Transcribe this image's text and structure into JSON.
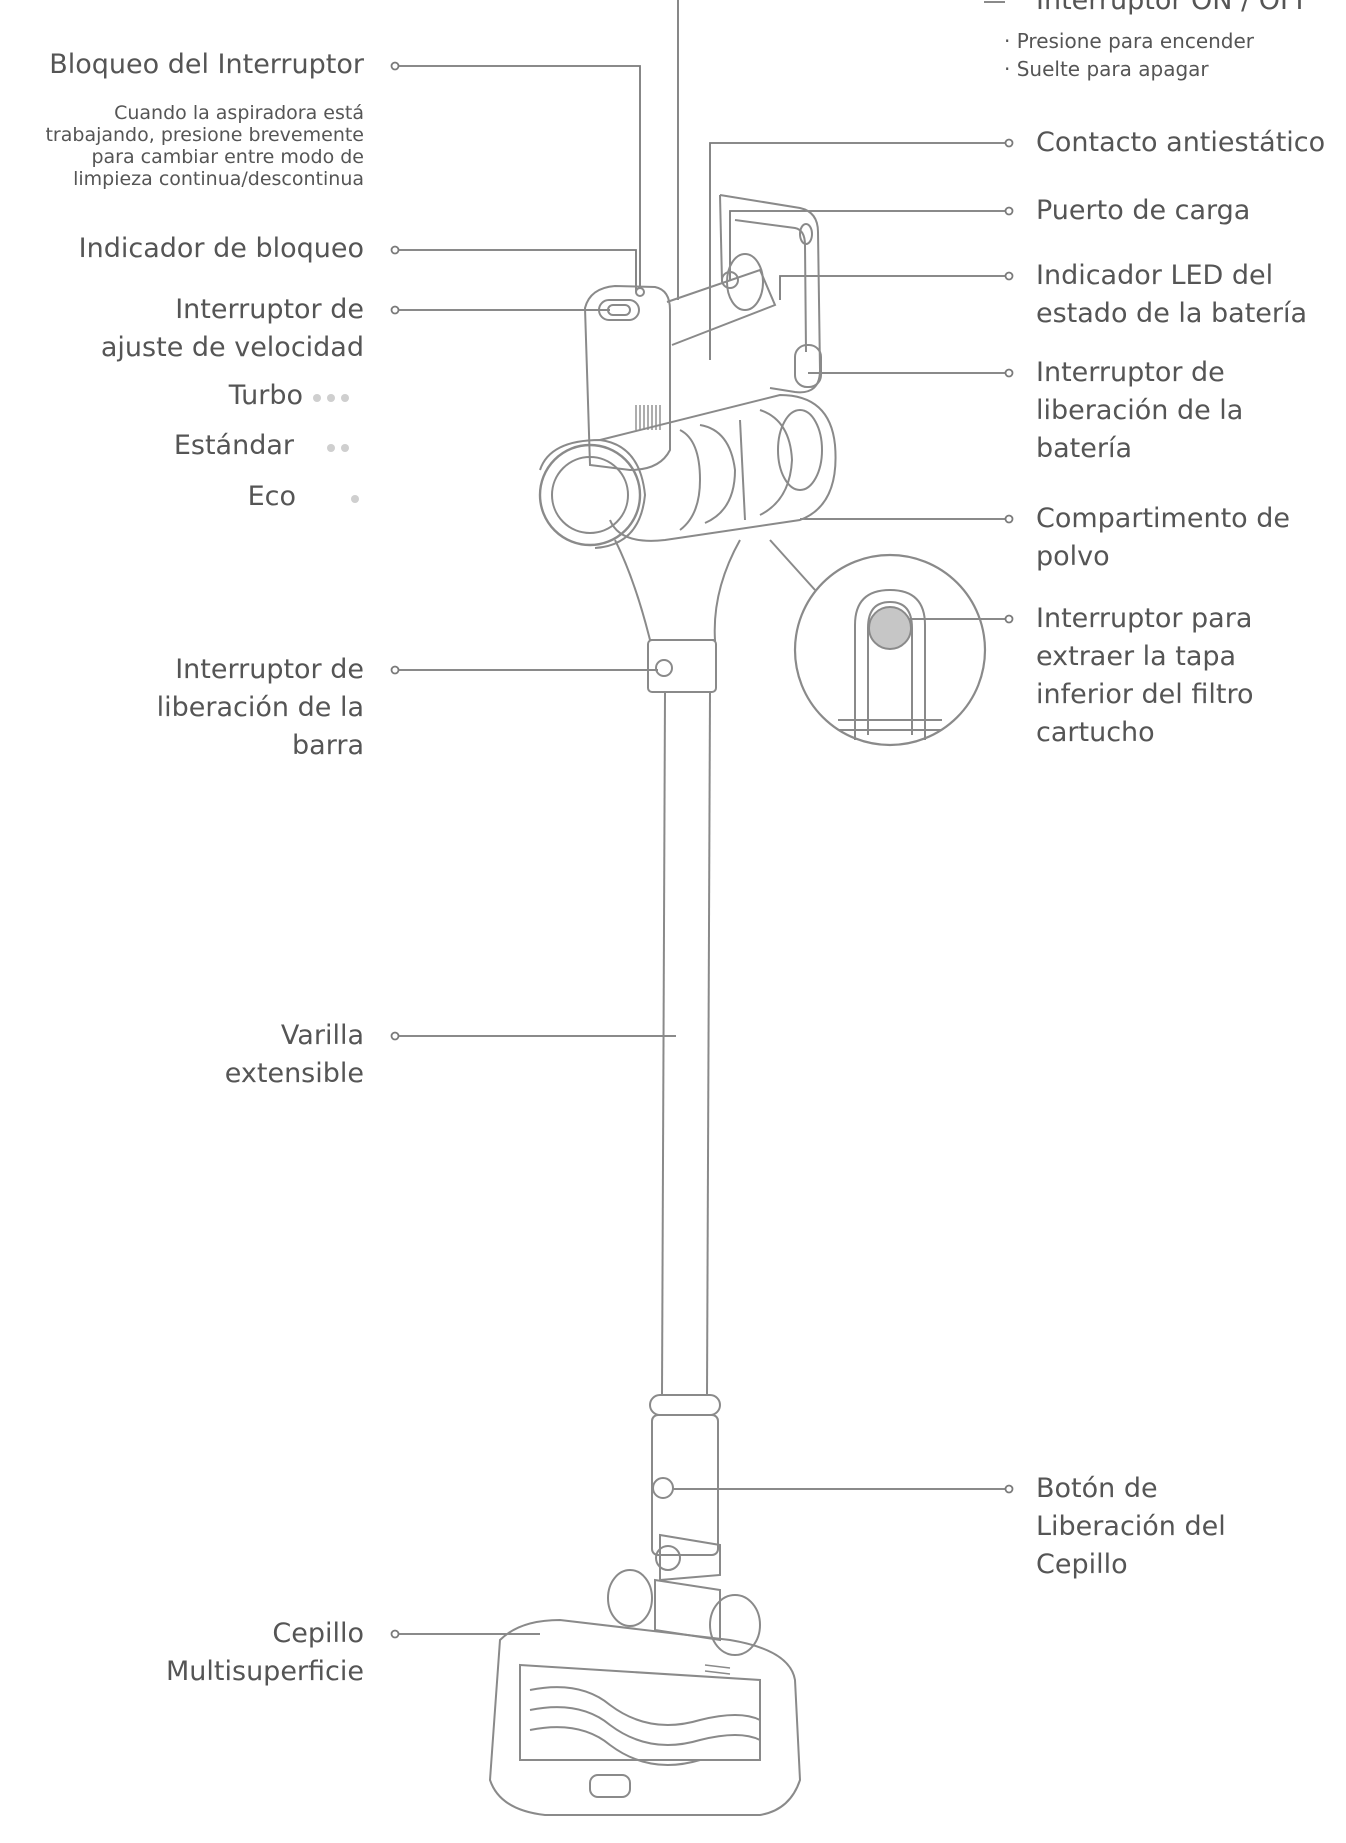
{
  "labels_left": {
    "bloqueo": "Bloqueo del Interruptor",
    "bloqueo_desc": [
      "Cuando la aspiradora está",
      "trabajando, presione brevemente",
      "para cambiar entre modo de",
      "limpieza continua/descontinua"
    ],
    "indicador_bloqueo": "Indicador de bloqueo",
    "ajuste_velocidad": [
      "Interruptor de",
      "ajuste de velocidad"
    ],
    "speeds": [
      "Turbo",
      "Estándar",
      "Eco"
    ],
    "liberacion_barra": [
      "Interruptor de",
      "liberación de la",
      "barra"
    ],
    "varilla": [
      "Varilla",
      "extensible"
    ],
    "cepillo": [
      "Cepillo",
      "Multisuperficie"
    ]
  },
  "labels_right": {
    "on_off": "Interruptor ON / OFF",
    "on_off_bullets": [
      "Presione para encender",
      "Suelte para apagar"
    ],
    "antiestatico": "Contacto antiestático",
    "puerto": "Puerto de carga",
    "led": [
      "Indicador LED del",
      "estado de la batería"
    ],
    "liberacion_bateria": [
      "Interruptor de",
      "liberación de la",
      "batería"
    ],
    "compartimento": [
      "Compartimento de",
      "polvo"
    ],
    "tapa_filtro": [
      "Interruptor para",
      "extraer la tapa",
      "inferior del filtro",
      "cartucho"
    ],
    "boton_cepillo": [
      "Botón de",
      "Liberación del",
      "Cepillo"
    ]
  }
}
